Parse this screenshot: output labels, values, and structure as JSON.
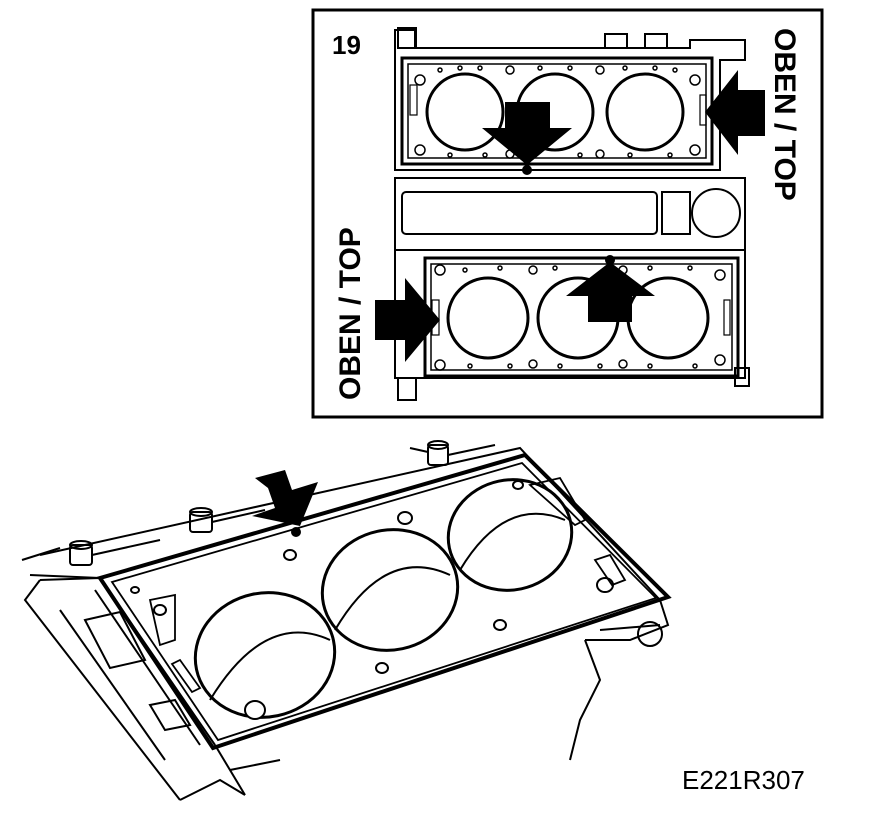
{
  "figure_number": "19",
  "orientation_label_right": "OBEN / TOP",
  "orientation_label_left": "OBEN / TOP",
  "reference_code": "E221R307",
  "colors": {
    "line": "#000000",
    "background": "#ffffff"
  }
}
